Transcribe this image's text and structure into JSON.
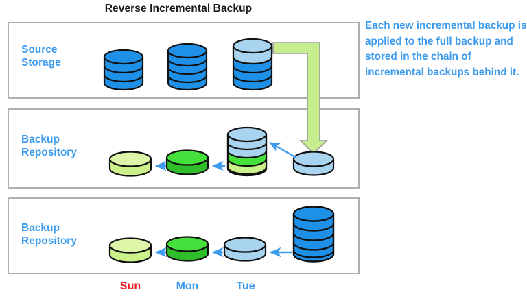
{
  "diagram": {
    "title": "Reverse Incremental Backup",
    "colors": {
      "full_backup_blue": "#1E90E8",
      "incremental_light_blue": "#A8D4F0",
      "increment_green": "#46E03C",
      "increment_light_green": "#CCF08A",
      "arrow_green": "#C6EE8F",
      "arrow_blue": "#3D9BEE",
      "panel_border": "#B0B0B0",
      "label_blue": "#3D9BEE",
      "sunday_red": "#EE2020",
      "title_black": "#1A1A1A"
    },
    "panels": [
      {
        "id": "source",
        "label": "Source\nStorage"
      },
      {
        "id": "repo_mid",
        "label": "Backup\nRepository"
      },
      {
        "id": "repo_bottom",
        "label": "Backup\nRepository"
      }
    ],
    "note": "Each new incremental backup is applied to the full backup and stored in the chain of incremental backups behind it.",
    "day_labels": [
      {
        "id": "sun",
        "text": "Sun",
        "color": "#EE2020"
      },
      {
        "id": "mon",
        "text": "Mon",
        "color": "#3D9BEE"
      },
      {
        "id": "tue",
        "text": "Tue",
        "color": "#3D9BEE"
      }
    ],
    "source_storage_stacks": [
      {
        "index": 1,
        "bands": [
          "blue",
          "blue",
          "blue"
        ]
      },
      {
        "index": 2,
        "bands": [
          "blue",
          "blue",
          "blue",
          "blue"
        ]
      },
      {
        "index": 3,
        "bands": [
          "light-blue",
          "blue",
          "blue",
          "blue",
          "blue"
        ]
      }
    ],
    "repo_mid_items": [
      {
        "index": 1,
        "type": "single-disk",
        "color": "light-green"
      },
      {
        "index": 2,
        "type": "single-disk",
        "color": "green"
      },
      {
        "index": 3,
        "type": "stack",
        "bands": [
          "light-blue",
          "light-blue",
          "green",
          "light-green",
          "blue"
        ]
      },
      {
        "index": 4,
        "type": "single-disk",
        "color": "light-blue"
      }
    ],
    "repo_bottom_items": [
      {
        "index": 1,
        "type": "single-disk",
        "color": "light-green"
      },
      {
        "index": 2,
        "type": "single-disk",
        "color": "green"
      },
      {
        "index": 3,
        "type": "single-disk",
        "color": "light-blue"
      },
      {
        "index": 4,
        "type": "stack",
        "bands": [
          "blue",
          "blue",
          "blue",
          "blue",
          "blue"
        ]
      }
    ],
    "arrows": {
      "green_transfer": "from source storage third stack, right then down into new incremental disk",
      "blue_merge": "from new incremental disk up-left into the backup chain stack",
      "chain_mid": 2,
      "chain_bottom": 3
    }
  }
}
